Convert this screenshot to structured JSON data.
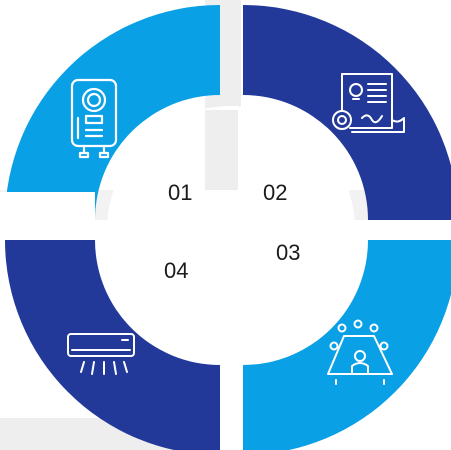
{
  "colors": {
    "light_blue": "#0aa0e6",
    "dark_blue": "#22399a",
    "gap_gray": "#eeeeee",
    "icon_stroke": "#ffffff",
    "text": "#1b1b1b"
  },
  "segments": [
    {
      "number": "01",
      "color": "light_blue",
      "icon": "water-heater-icon"
    },
    {
      "number": "02",
      "color": "dark_blue",
      "icon": "patent-certificate-icon"
    },
    {
      "number": "03",
      "color": "light_blue",
      "icon": "conference-meeting-icon"
    },
    {
      "number": "04",
      "color": "dark_blue",
      "icon": "air-conditioner-icon"
    }
  ]
}
